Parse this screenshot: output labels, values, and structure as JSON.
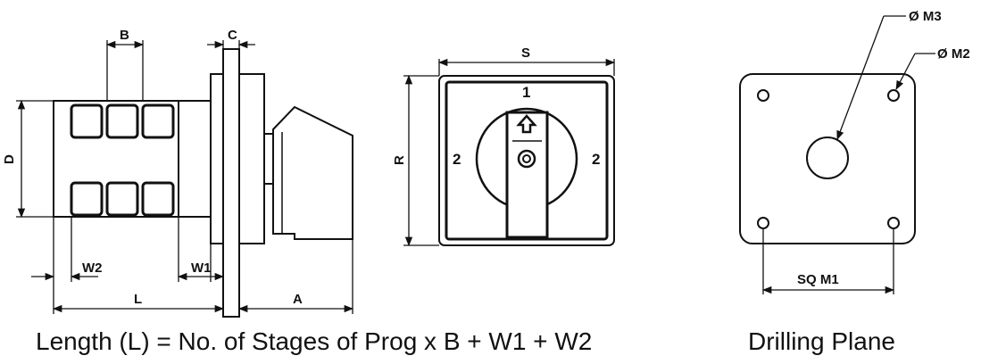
{
  "side_view": {
    "labels": {
      "B": "B",
      "C": "C",
      "D": "D",
      "W1": "W1",
      "W2": "W2",
      "L": "L",
      "A": "A"
    }
  },
  "front_view": {
    "labels": {
      "S": "S",
      "R": "R"
    },
    "positions": {
      "top": "1",
      "left": "2",
      "right": "2"
    }
  },
  "drilling_plane": {
    "labels": {
      "M3": "Ø M3",
      "M2": "Ø M2",
      "M1": "SQ  M1"
    },
    "caption": "Drilling Plane"
  },
  "formula_caption": "Length (L) = No. of Stages of Prog x B + W1 + W2",
  "colors": {
    "line": "#111111",
    "fill": "#ffffff"
  }
}
